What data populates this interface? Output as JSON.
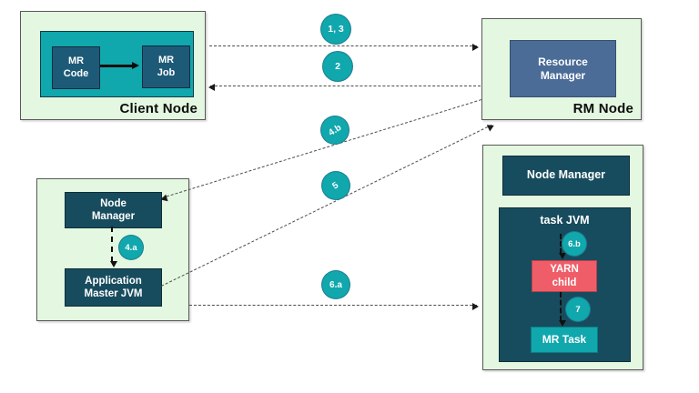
{
  "nodes": {
    "client": {
      "title": "Client Node",
      "mr_code": "MR\nCode",
      "mr_job": "MR\nJob"
    },
    "rm": {
      "title": "RM Node",
      "resource_manager": "Resource\nManager"
    },
    "app_master": {
      "node_manager": "Node\nManager",
      "app_master_jvm": "Application\nMaster JVM"
    },
    "task": {
      "node_manager": "Node Manager",
      "task_jvm": "task JVM",
      "yarn_child": "YARN\nchild",
      "mr_task": "MR Task"
    }
  },
  "steps": {
    "s13": "1, 3",
    "s2": "2",
    "s4a": "4.a",
    "s4b": "4.b",
    "s5": "5",
    "s6a": "6.a",
    "s6b": "6.b",
    "s7": "7"
  },
  "colors": {
    "node_background": "#e4f7e0",
    "teal_accent": "#10a7ad",
    "dark_teal": "#174c5e",
    "steel_blue": "#1d5a78",
    "slate_blue": "#4a6c96",
    "red_accent": "#ef5e68"
  }
}
